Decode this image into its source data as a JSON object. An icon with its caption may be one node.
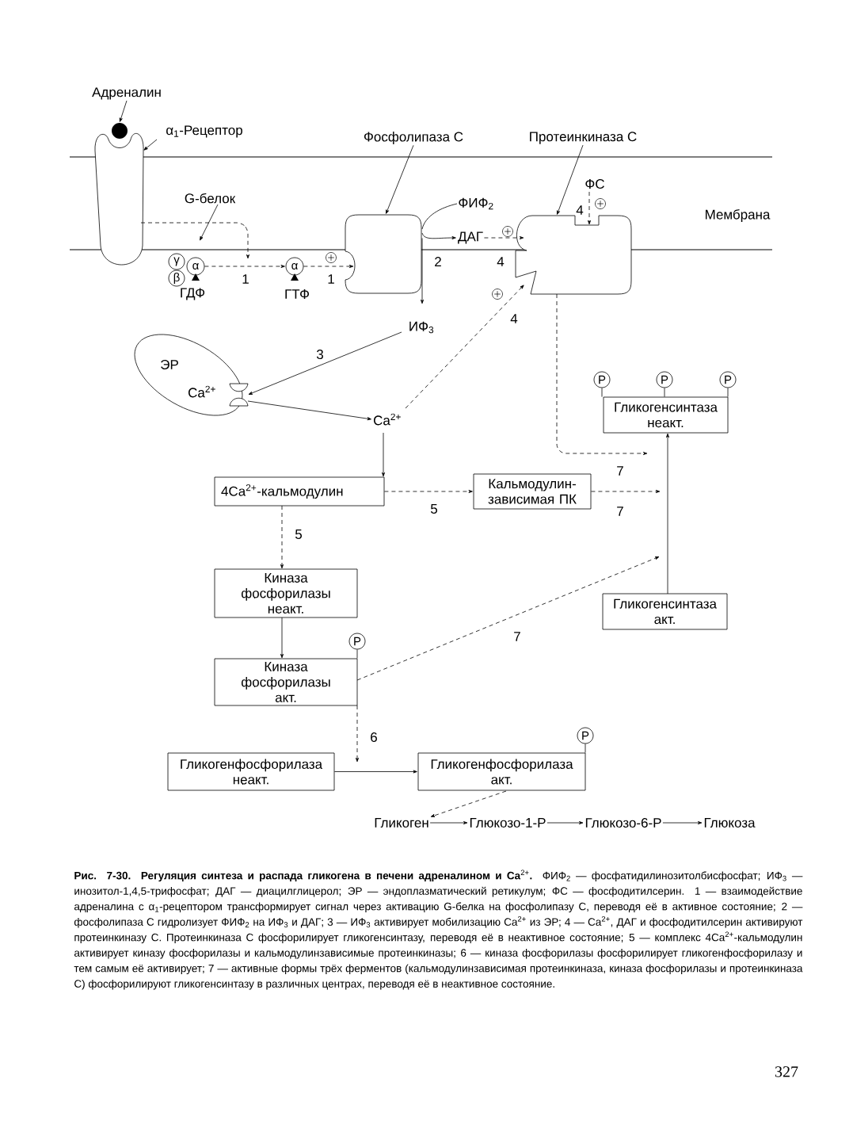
{
  "diagram": {
    "caption": "**Рис. 7-30. Регуляция синтеза и распада гликогена в печени адреналином и Ca**$^{2+}$**.** ФИФ$_{2}$ — фосфатидилинозитолбисфосфат; ИФ$_{3}$ — инозитол-1,4,5-трифосфат; ДАГ — диацилглицерол; ЭР — эндоплазматический ретикулум; ФС — фосфодитилсерин. 1 — взаимодействие адреналина с α$_{1}$-рецептором трансформирует сигнал через активацию G-белка на фосфолипазу C, переводя её в активное состояние; 2 — фосфолипаза C гидролизует ФИФ$_{2}$ на ИФ$_{3}$ и ДАГ; 3 — ИФ$_{3}$ активирует мобилизацию Ca$^{2+}$ из ЭР; 4 — Ca$^{2+}$, ДАГ и фосфодитилсерин активируют протеинкиназу C. Протеинкиназа C фосфорилирует гликогенсинтазу, переводя её в неактивное состояние; 5 — комплекс 4Ca$^{2+}$-кальмодулин активирует киназу фосфорилазы и кальмодулинзависимые протеинкиназы; 6 — киназа фосфорилазы фосфорилирует гликогенфосфорилазу и тем самым её активирует; 7 — активные формы трёх ферментов (кальмодулинзависимая протеинкиназа, киназа фосфорилазы и протеинкиназа C) фосфорилируют гликогенсинтазу в различных центрах, переводя её в неактивное состояние.",
    "nodes": [
      {
        "text": [
          "Адреналин"
        ]
      },
      {
        "text": [],
        "shape": "circle"
      },
      {
        "text": [
          "α$_{1}$-Рецептор"
        ]
      },
      {
        "text": [],
        "shape": "box"
      },
      {
        "text": [
          "Фосфолипаза C"
        ]
      },
      {
        "text": [],
        "shape": "box"
      },
      {
        "text": [
          "Протеинкиназа C"
        ]
      },
      {
        "text": [],
        "shape": "box"
      },
      {
        "text": [
          "G-белок"
        ]
      },
      {
        "text": [
          "γ"
        ]
      },
      {
        "text": [
          "β"
        ]
      },
      {
        "text": [
          "α"
        ]
      },
      {
        "text": [
          "α"
        ]
      },
      {
        "text": [
          "ФИФ$_{2}$"
        ]
      },
      {
        "text": [
          "ДАГ"
        ]
      },
      {
        "text": [
          "ФС"
        ]
      },
      {
        "text": [
          "ИФ$_{3}$"
        ]
      },
      {
        "text": [
          "ЭР",
          "Ca$^{2+}$"
        ]
      },
      {
        "text": [],
        "shape": "channel"
      },
      {
        "text": [
          "Ca$^{2+}$"
        ]
      },
      {
        "text": [
          "4Ca$^{2+}$-кальмодулин"
        ]
      },
      {
        "text": [
          "Кальмодулин-зависимая ПК"
        ]
      },
      {
        "text": [
          "Гликогенсинтаза неакт."
        ]
      },
      {
        "text": [
          "Гликогенсинтаза акт."
        ]
      },
      {
        "text": [
          "Киназа фосфорилазы неакт."
        ]
      },
      {
        "text": [
          "Киназа фосфорилазы акт."
        ]
      },
      {
        "text": [
          "Гликогенфосфорилаза неакт."
        ]
      },
      {
        "text": [
          "Гликогенфосфорилаза акт."
        ]
      },
      {
        "text": [
          "Гликоген"
        ]
      },
      {
        "text": [
          "Глюкозо-1-Р"
        ]
      },
      {
        "text": [
          "Глюкозо-6-Р"
        ]
      },
      {
        "text": [
          "Глюкоза"
        ]
      },
      {
        "text": [
          "P"
        ]
      },
      {
        "text": [
          "P"
        ]
      },
      {
        "text": [
          "P"
        ]
      },
      {
        "text": [
          "P"
        ]
      },
      {
        "text": [
          "P"
        ]
      }
    ],
    "edges": [
      {
        "from": 0,
        "to": 1,
        "arrow": "to"
      },
      {
        "from": 2,
        "to": 3,
        "arrow": "to"
      },
      {
        "from": 4,
        "to": 5,
        "arrow": "to"
      },
      {
        "from": 6,
        "to": 7,
        "arrow": "to"
      },
      {
        "from": 8,
        "to": null,
        "arrow": "to"
      },
      {
        "from": 3,
        "to": null,
        "arrow": "to",
        "style": "dashed"
      },
      {
        "from": 11,
        "to": 12,
        "arrow": "to",
        "style": "dashed",
        "label": "1"
      },
      {
        "from": 12,
        "to": 5,
        "arrow": "to",
        "style": "dashed",
        "label": "1"
      },
      {
        "from": 13,
        "to": 5,
        "arrow": "none"
      },
      {
        "from": 5,
        "to": 14,
        "arrow": "to",
        "label": "2"
      },
      {
        "from": 14,
        "to": 7,
        "arrow": "to",
        "style": "dashed",
        "label": "4"
      },
      {
        "from": 15,
        "to": 7,
        "arrow": "to",
        "style": "dashed",
        "label": "4"
      },
      {
        "from": 5,
        "to": 16,
        "arrow": "to"
      },
      {
        "from": 16,
        "to": 18,
        "arrow": "to",
        "label": "3"
      },
      {
        "from": 18,
        "to": 19,
        "arrow": "to"
      },
      {
        "from": 19,
        "to": 7,
        "arrow": "to",
        "style": "dashed",
        "label": "4"
      },
      {
        "from": 19,
        "to": 20,
        "arrow": "to"
      },
      {
        "from": 20,
        "to": 21,
        "arrow": "to",
        "style": "dashed",
        "label": "5"
      },
      {
        "from": 20,
        "to": 24,
        "arrow": "to",
        "style": "dashed",
        "label": "5"
      },
      {
        "from": 24,
        "to": 25,
        "arrow": "to"
      },
      {
        "from": 25,
        "to": null,
        "arrow": "to",
        "style": "dashed",
        "label": "6"
      },
      {
        "from": 26,
        "to": 27,
        "arrow": "to"
      },
      {
        "from": 25,
        "to": null,
        "arrow": "to",
        "style": "dashed",
        "label": "7"
      },
      {
        "from": 21,
        "to": null,
        "arrow": "to",
        "style": "dashed",
        "label": "7"
      },
      {
        "from": 7,
        "to": null,
        "arrow": "to",
        "style": "dashed",
        "label": "7"
      },
      {
        "from": 23,
        "to": 22,
        "arrow": "to"
      },
      {
        "from": 27,
        "to": 28,
        "arrow": "to",
        "style": "dashed"
      },
      {
        "from": 28,
        "to": 29,
        "arrow": "to"
      },
      {
        "from": 29,
        "to": 30,
        "arrow": "to"
      },
      {
        "from": 30,
        "to": 31,
        "arrow": "to"
      },
      {
        "from": 32,
        "to": 22,
        "arrow": "none"
      },
      {
        "from": 33,
        "to": 22,
        "arrow": "none"
      },
      {
        "from": 34,
        "to": 22,
        "arrow": "none"
      },
      {
        "from": 35,
        "to": 25,
        "arrow": "none"
      },
      {
        "from": 36,
        "to": 27,
        "arrow": "none"
      }
    ],
    "labels": [
      "Мембрана",
      "ГДФ",
      "ГТФ",
      "327"
    ]
  }
}
